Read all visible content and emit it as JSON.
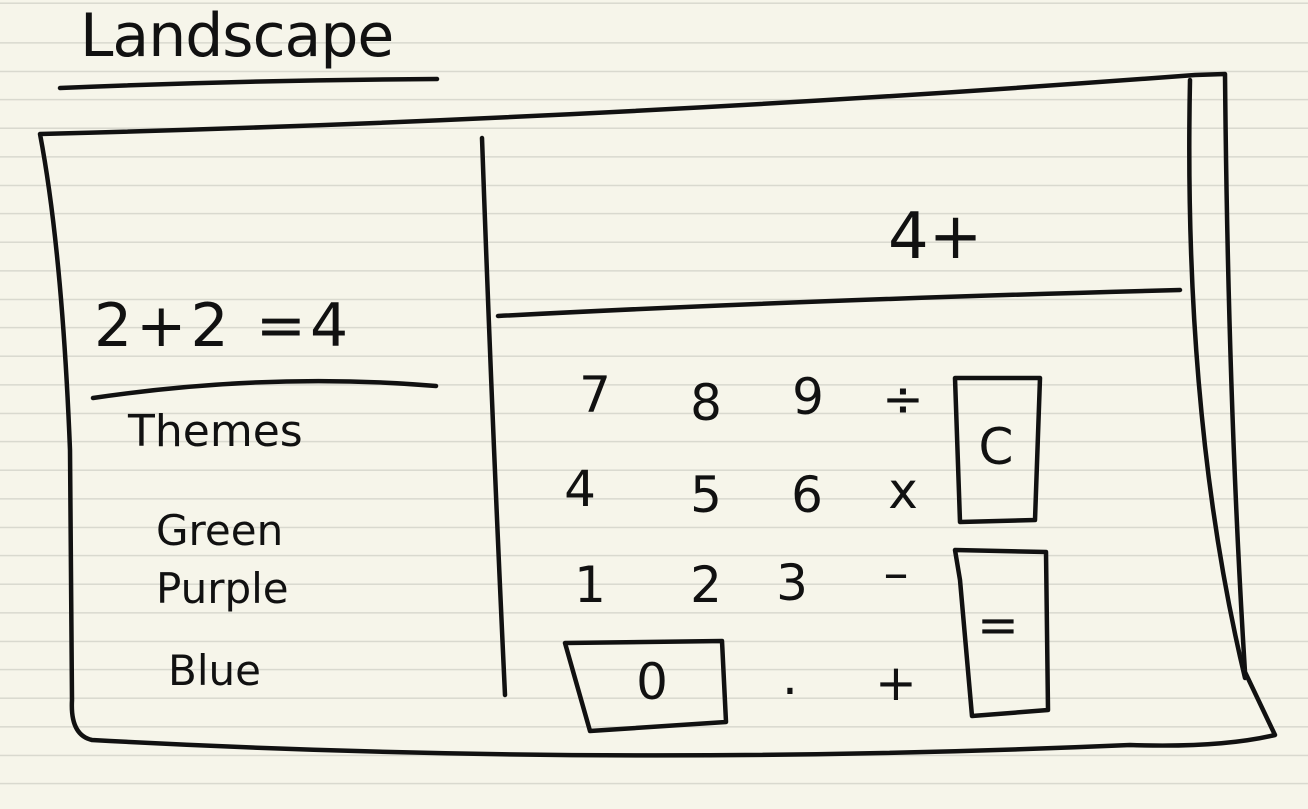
{
  "title": "Landscape",
  "history": {
    "expression": "2+2 =4"
  },
  "themes": {
    "heading": "Themes",
    "items": [
      "Green",
      "Purple",
      "Blue"
    ]
  },
  "display": {
    "value": "4+"
  },
  "keypad": {
    "row1": [
      "7",
      "8",
      "9",
      "÷"
    ],
    "row2": [
      "4",
      "5",
      "6",
      "x"
    ],
    "row3": [
      "1",
      "2",
      "3",
      "–"
    ],
    "row4": [
      "0",
      ".",
      "+"
    ],
    "clear": "C",
    "equals": "="
  }
}
